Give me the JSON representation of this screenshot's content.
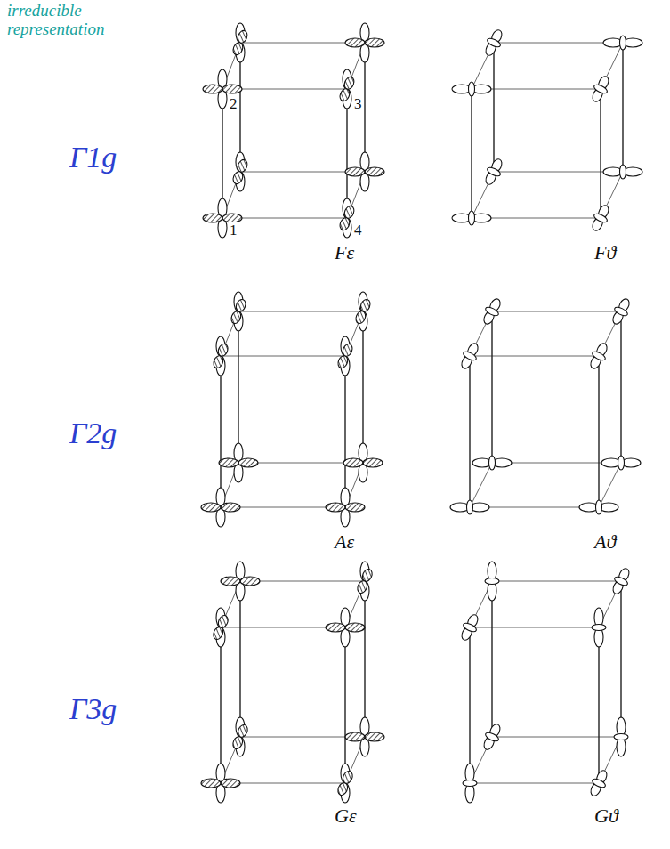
{
  "diagram": {
    "labels": [
      "irreducible representation",
      "Γ1g",
      "2",
      "3",
      "1",
      "4",
      "Fε",
      "Fϑ",
      "Γ2g",
      "Aε",
      "Aϑ",
      "Γ3g",
      "Gε",
      "Gϑ"
    ]
  }
}
